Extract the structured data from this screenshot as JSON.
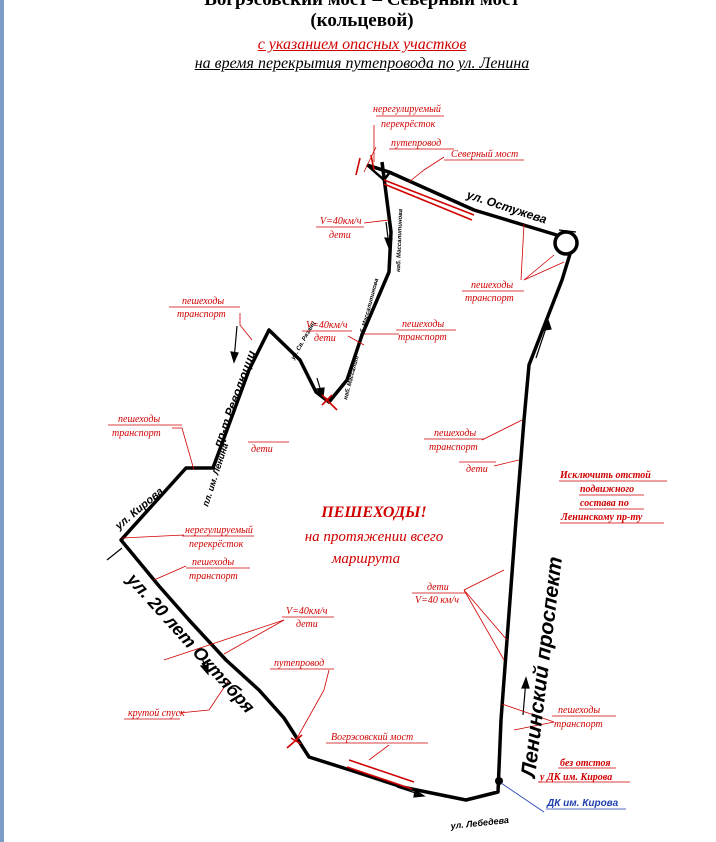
{
  "header": {
    "title_line1": "\"Вогрэсовский мост – Северный мост\"",
    "title_line2": "(кольцевой)",
    "subtitle_red": "с указанием опасных участков",
    "subtitle_black": "на время перекрытия путепровода по ул. Ленина"
  },
  "colors": {
    "route": "#000000",
    "hazard": "#d00000",
    "link": "#1f3fae"
  },
  "streets": {
    "ostuzheva": "ул. Остужева",
    "leninsky": "Ленинский проспект",
    "revolyutsii": "пр-т Революции",
    "lenina_pl": "пл. им. Ленина",
    "kirova": "ул. Кирова",
    "oktyabrya": "ул. 20 лет Октября",
    "lebedeva": "ул. Лебедева",
    "nab_1": "наб. Массалитинова",
    "nab_2": "наб. Массалитинова",
    "nab_3": "наб. Массалит",
    "ul_sv": "ул. Св. Рязанц"
  },
  "labels": {
    "unreg_crossing_top_1": "нерегулируемый",
    "unreg_crossing_top_2": "перекрёсток",
    "overpass_top": "путепровод",
    "north_bridge": "Северный мост",
    "speed_top_1": "V=40км/ч",
    "speed_top_2": "дети",
    "ped_right_top_1": "пешеходы",
    "ped_right_top_2": "транспорт",
    "ped_left_top_1": "пешеходы",
    "ped_left_top_2": "транспорт",
    "speed_mid_1": "V=40км/ч",
    "speed_mid_2": "дети",
    "ped_nab_1": "пешеходы",
    "ped_nab_2": "транспорт",
    "ped_left_mid_1": "пешеходы",
    "ped_left_mid_2": "транспорт",
    "children_left": "дети",
    "ped_right_mid_1": "пешеходы",
    "ped_right_mid_2": "транспорт",
    "children_right": "дети",
    "unreg_crossing_left_1": "нерегулируемый",
    "unreg_crossing_left_2": "перекрёсток",
    "ped_kirova_1": "пешеходы",
    "ped_kirova_2": "транспорт",
    "speed_oct_1": "V=40км/ч",
    "speed_oct_2": "дети",
    "children_speed_right_1": "дети",
    "children_speed_right_2": "V=40 км/ч",
    "overpass_bottom": "путепровод",
    "steep_descent": "крутой спуск",
    "vogres_bridge": "Вогрэсовский мост",
    "ped_bottom_right_1": "пешеходы",
    "ped_bottom_right_2": "транспорт",
    "no_stop_1": "без отстоя",
    "no_stop_2": "у ДК им. Кирова",
    "exclude_1": "Исключить отстой",
    "exclude_2": "подвижного",
    "exclude_3": "состава по",
    "exclude_4": "Ленинскому пр-ту",
    "dk_link": "ДК им. Кирова"
  },
  "center": {
    "line1": "ПЕШЕХОДЫ!",
    "line2": "на протяжении всего",
    "line3": "маршрута"
  }
}
